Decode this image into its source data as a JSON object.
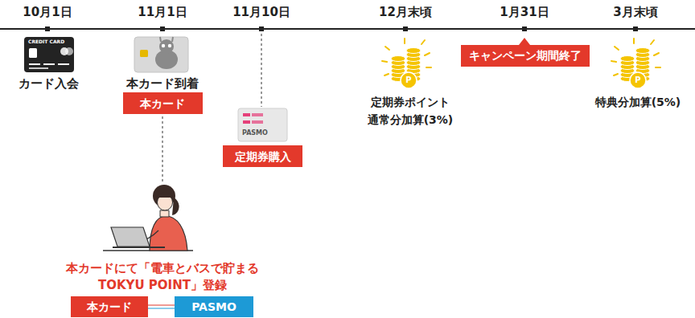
{
  "diagram": {
    "nodes": [
      {
        "text": [
          "本カード"
        ]
      },
      {
        "text": [
          "定期券購入"
        ]
      },
      {
        "text": [
          "キャンペーン期間終了"
        ]
      },
      {
        "text": [
          "本カード"
        ]
      },
      {
        "text": [
          "PASMO"
        ]
      }
    ],
    "edges": [
      {
        "from": 3,
        "to": 4,
        "arrow": "none"
      }
    ],
    "labels": [
      "10月1日",
      "11月1日",
      "11月10日",
      "12月末頃",
      "1月31日",
      "3月末頃",
      "カード入会",
      "CREDIT CARD",
      "本カード到着",
      "PASMO",
      "P",
      "定期券ポイント 通常分加算(3%)",
      "P",
      "特典分加算(5%)",
      "本カードにて「電車とバスで貯まる TOKYU POINT」登録"
    ]
  }
}
